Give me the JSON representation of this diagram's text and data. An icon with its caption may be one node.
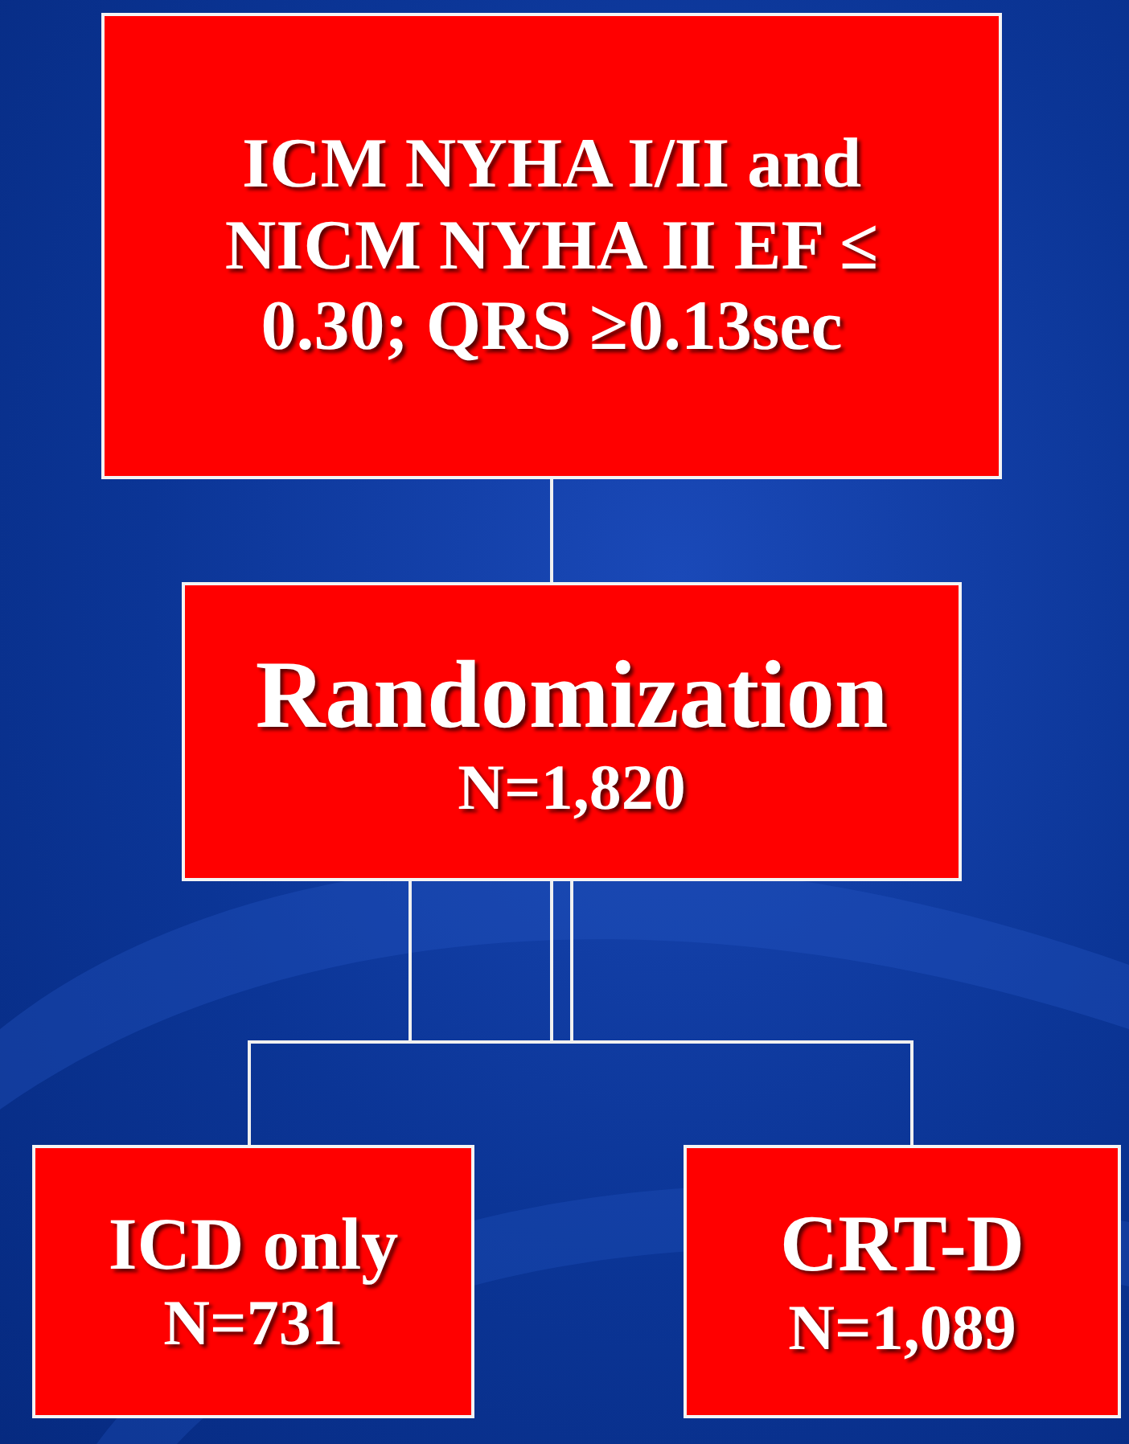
{
  "diagram": {
    "nodes": [
      {
        "text": [
          "ICM NYHA I/II and NICM NYHA II EF ≤ 0.30; QRS ≥0.13sec"
        ]
      },
      {
        "text": [
          "Randomization",
          "N=1,820"
        ]
      },
      {
        "text": [
          "ICD only",
          "N=731"
        ]
      },
      {
        "text": [
          "CRT-D",
          "N=1,089"
        ]
      }
    ],
    "edges": [
      {
        "from": 0,
        "to": 1,
        "arrow": "none"
      },
      {
        "from": 1,
        "to": 2,
        "arrow": "none"
      },
      {
        "from": 1,
        "to": 3,
        "arrow": "none"
      }
    ]
  }
}
